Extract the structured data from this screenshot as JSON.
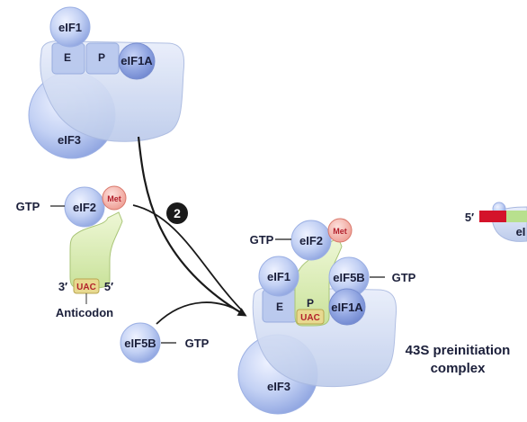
{
  "colors": {
    "ribosome": "#c9d6f0",
    "factor_sphere": "#b8c8f2",
    "trna": "#d6eab0",
    "met": "#f6b8b0",
    "mrna_red": "#d4132a",
    "mrna_green": "#b8e08e",
    "arrow": "#1a1a1a"
  },
  "top_complex": {
    "eif1": "eIF1",
    "site_e": "E",
    "site_p": "P",
    "eif1a": "eIF1A",
    "eif3": "eIF3"
  },
  "step_number": "2",
  "ternary": {
    "gtp": "GTP",
    "eif2": "eIF2",
    "met": "Met",
    "end3": "3′",
    "anticodon_seq": "UAC",
    "end5": "5′",
    "anticodon_label": "Anticodon"
  },
  "free_eif5b": {
    "name": "eIF5B",
    "gtp": "GTP"
  },
  "complex_43s": {
    "gtp": "GTP",
    "eif2": "eIF2",
    "met": "Met",
    "eif1": "eIF1",
    "eif5b": "eIF5B",
    "eif5b_gtp": "GTP",
    "site_e": "E",
    "site_p": "P",
    "anticodon_seq": "UAC",
    "eif1a": "eIF1A",
    "eif3": "eIF3",
    "title_line1": "43S preinitiation",
    "title_line2": "complex"
  },
  "mrna": {
    "end5": "5′",
    "partial_label": "eI"
  }
}
